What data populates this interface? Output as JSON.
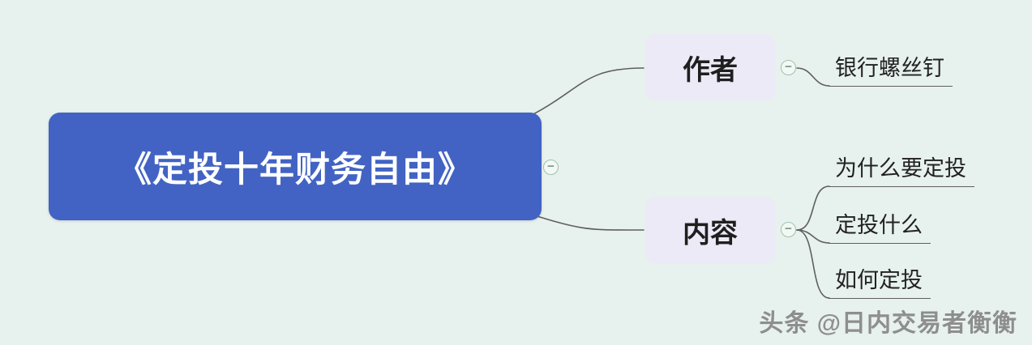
{
  "background_color": "#e7f1ed",
  "watermark": "头条 @日内交易者衡衡",
  "mindmap": {
    "root": {
      "label": "《定投十年财务自由》",
      "bg_color": "#4263c3",
      "text_color": "#ffffff"
    },
    "branches": [
      {
        "label": "作者",
        "children": [
          "银行螺丝钉"
        ]
      },
      {
        "label": "内容",
        "children": [
          "为什么要定投",
          "定投什么",
          "如何定投"
        ]
      }
    ],
    "branch_bg_color": "#edeaf7",
    "branch_text_color": "#1f1f1f",
    "line_color": "#5f5f5f",
    "collapse_glyph": "−",
    "collapse_icon_border_color": "#9fc2ab"
  }
}
